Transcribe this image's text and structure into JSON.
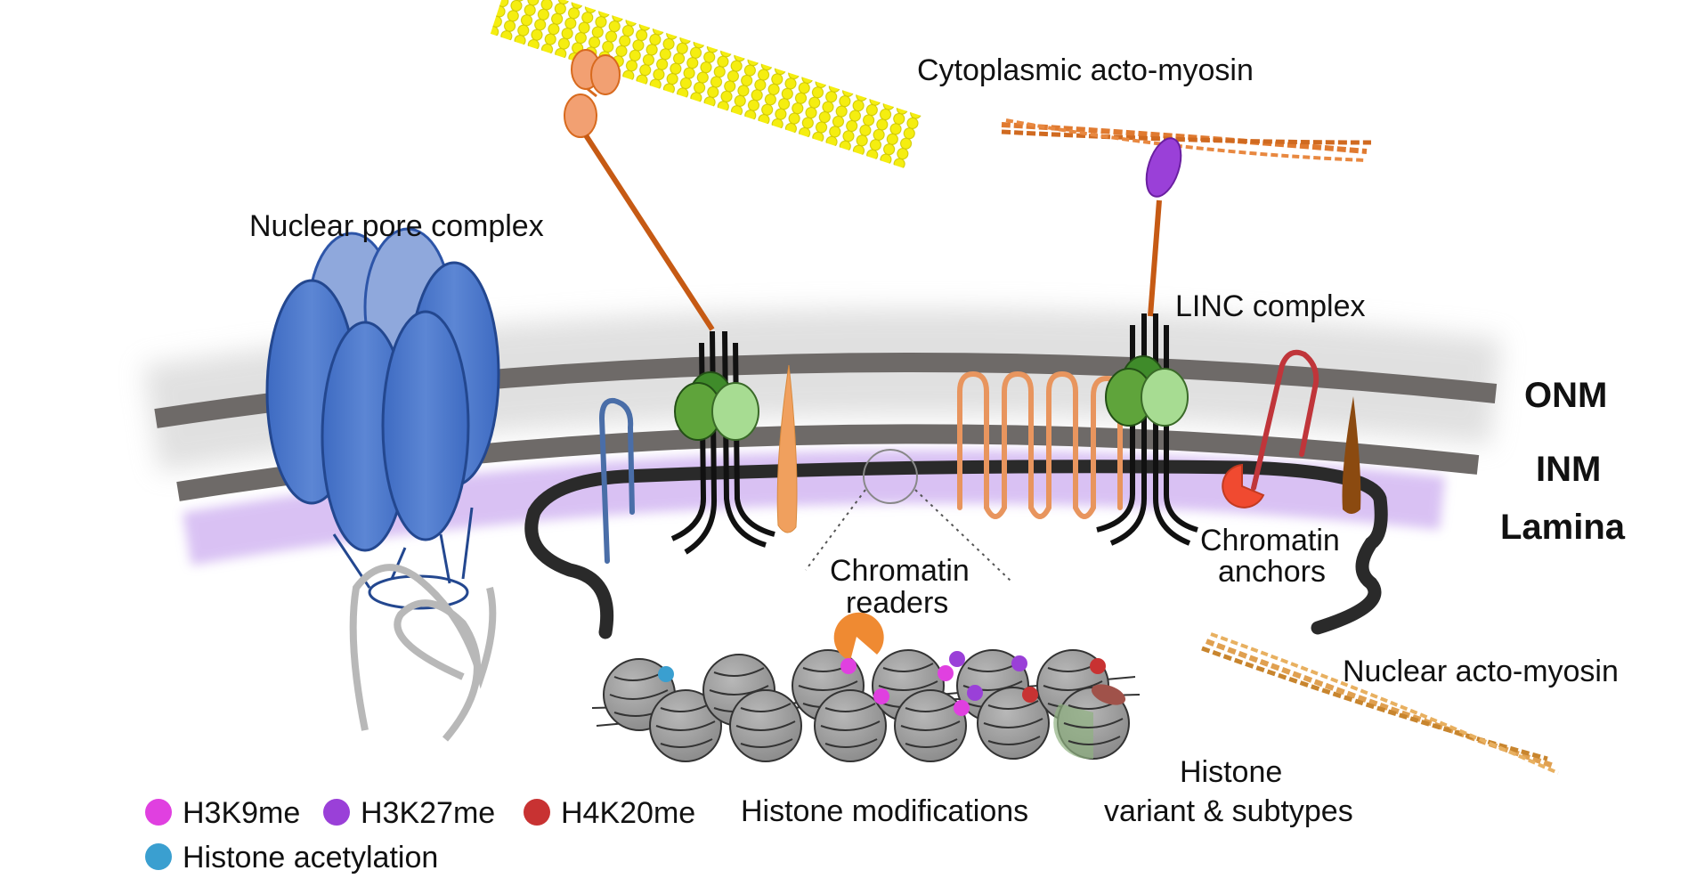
{
  "labels": {
    "cytoplasmic_actomyosin": "Cytoplasmic acto-myosin",
    "nuclear_pore_complex": "Nuclear pore complex",
    "linc_complex": "LINC complex",
    "onm": "ONM",
    "inm": "INM",
    "lamina": "Lamina",
    "chromatin_anchors_1": "Chromatin",
    "chromatin_anchors_2": "anchors",
    "chromatin_readers_1": "Chromatin",
    "chromatin_readers_2": "readers",
    "nuclear_actomyosin": "Nuclear acto-myosin",
    "histone_variant_1": "Histone",
    "histone_variant_2": "variant & subtypes",
    "histone_modifications": "Histone modifications"
  },
  "legend": [
    {
      "label": "H3K9me",
      "color": "#e040e0"
    },
    {
      "label": "H3K27me",
      "color": "#9a40d8"
    },
    {
      "label": "H4K20me",
      "color": "#c83232"
    },
    {
      "label": "Histone acetylation",
      "color": "#3a9fd0"
    }
  ],
  "colors": {
    "membrane": "#6e6a68",
    "pore_blue": "#3f6ec4",
    "pore_light": "#8fa8dc",
    "sun_green": "#5a9e3a",
    "sun_light": "#8ed07a",
    "nesprin_orange": "#d86a1e",
    "microtubule_yellow": "#f5ee10",
    "lamina_glow": "#c9a8ef",
    "nucleosome_gray": "#9a9a9a"
  }
}
